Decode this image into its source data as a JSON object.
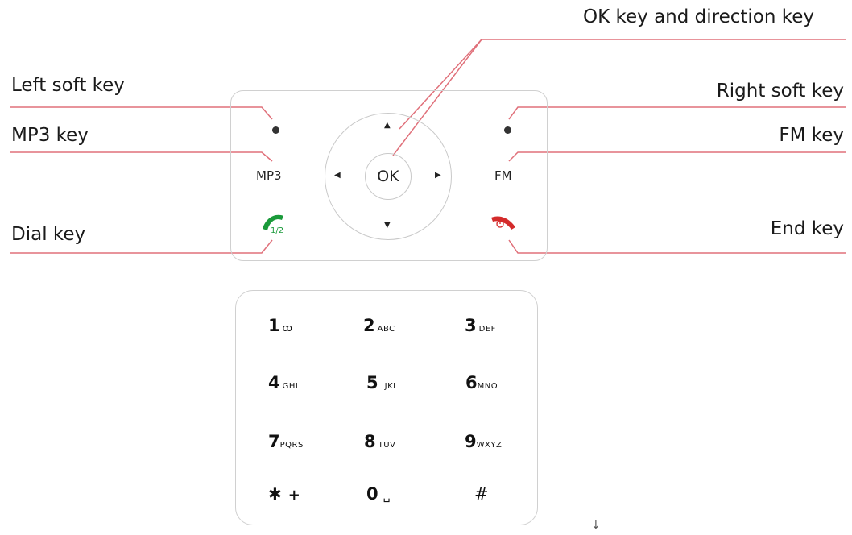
{
  "labels": {
    "ok_direction": "OK key and direction key",
    "left_soft": "Left soft key",
    "right_soft": "Right soft key",
    "mp3": "MP3 key",
    "fm": "FM key",
    "dial": "Dial key",
    "end": "End key"
  },
  "nav": {
    "ok": "OK",
    "mp3": "MP3",
    "fm": "FM",
    "up": "▲",
    "down": "▼",
    "left": "◀",
    "right": "▶",
    "dial_sub": "1/2"
  },
  "keypad": [
    {
      "digit": "1",
      "sub": "ꝏ"
    },
    {
      "digit": "2",
      "sub": "ABC"
    },
    {
      "digit": "3",
      "sub": "DEF"
    },
    {
      "digit": "4",
      "sub": "GHI"
    },
    {
      "digit": "5",
      "sub": "JKL"
    },
    {
      "digit": "6",
      "sub": "MNO"
    },
    {
      "digit": "7",
      "sub": "PQRS"
    },
    {
      "digit": "8",
      "sub": "TUV"
    },
    {
      "digit": "9",
      "sub": "WXYZ"
    },
    {
      "digit": "✱",
      "sub": "+"
    },
    {
      "digit": "0",
      "sub": "␣"
    },
    {
      "digit": "#",
      "sub": ""
    }
  ],
  "stray_mark": "↓",
  "colors": {
    "leader_line": "#e0707a",
    "dial_green": "#1a9a3a",
    "end_red": "#d42b2b"
  }
}
